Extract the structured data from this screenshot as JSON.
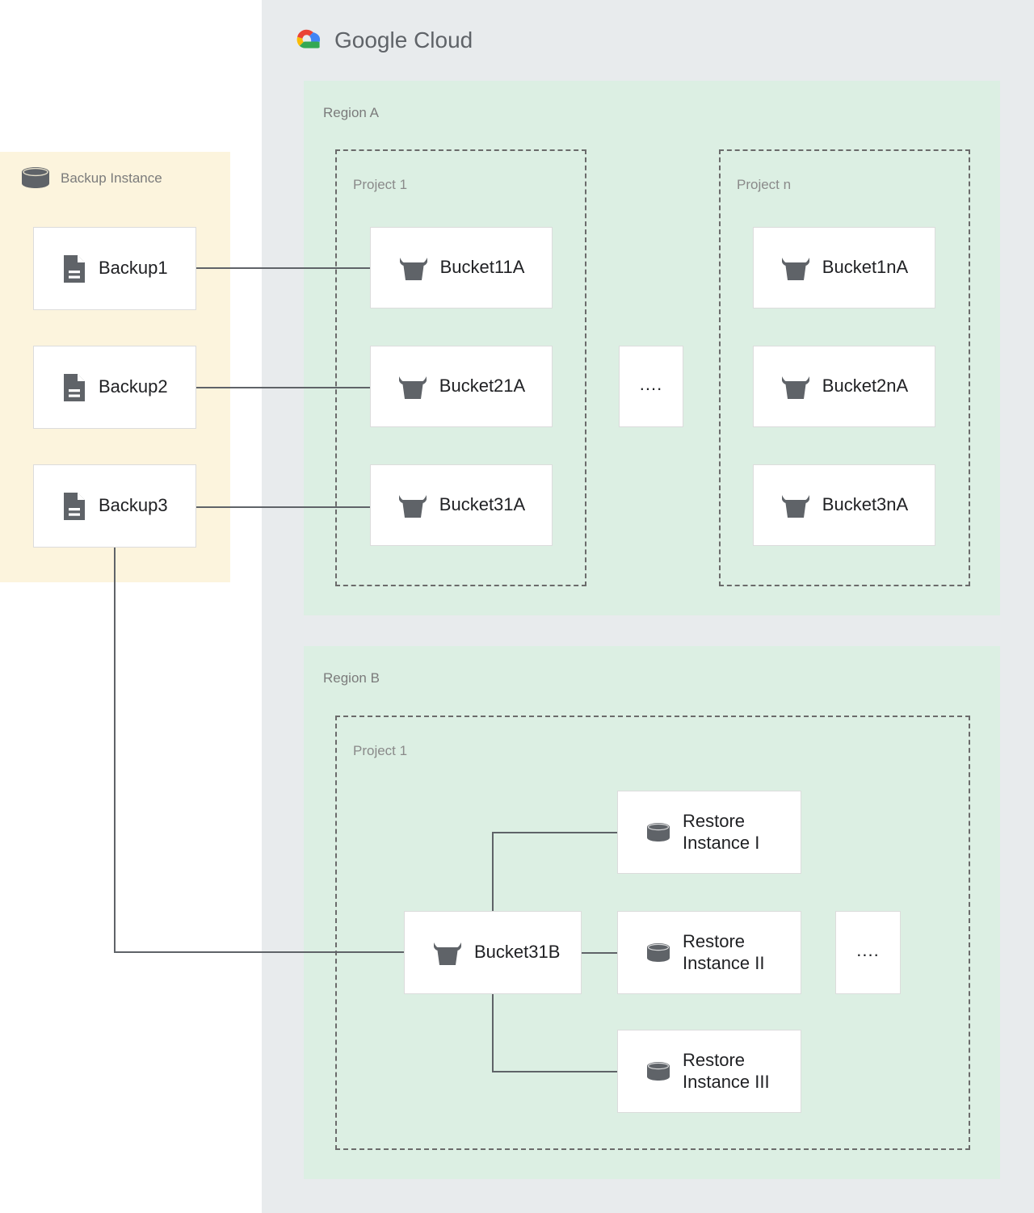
{
  "cloud": {
    "brand_primary": "Google",
    "brand_secondary": "Cloud",
    "logo_icon": "google-cloud-logo-icon",
    "colors": {
      "container_bg": "#e8ebed",
      "region_bg": "#dcefe3",
      "backup_panel_bg": "#fcf4dd",
      "node_bg": "#ffffff",
      "node_border": "#dcdcdc",
      "wire": "#5f6368",
      "label_text": "#7b7b7b",
      "node_text": "#202124",
      "icon_fill": "#5f6368",
      "logo_red": "#ea4335",
      "logo_blue": "#4285f4",
      "logo_yellow": "#fbbc05",
      "logo_green": "#34a853"
    }
  },
  "backup_panel": {
    "header_label": "Backup Instance",
    "header_icon": "database-cylinder-icon",
    "items": [
      {
        "label": "Backup1",
        "icon": "document-icon"
      },
      {
        "label": "Backup2",
        "icon": "document-icon"
      },
      {
        "label": "Backup3",
        "icon": "document-icon"
      }
    ]
  },
  "regions": [
    {
      "label": "Region A",
      "projects": [
        {
          "label": "Project 1",
          "nodes": [
            {
              "label": "Bucket11A",
              "icon": "storage-bucket-icon"
            },
            {
              "label": "Bucket21A",
              "icon": "storage-bucket-icon"
            },
            {
              "label": "Bucket31A",
              "icon": "storage-bucket-icon"
            }
          ]
        },
        {
          "label": "Project n",
          "nodes": [
            {
              "label": "Bucket1nA",
              "icon": "storage-bucket-icon"
            },
            {
              "label": "Bucket2nA",
              "icon": "storage-bucket-icon"
            },
            {
              "label": "Bucket3nA",
              "icon": "storage-bucket-icon"
            }
          ]
        }
      ],
      "ellipsis": "...."
    },
    {
      "label": "Region B",
      "projects": [
        {
          "label": "Project 1",
          "nodes": [
            {
              "label": "Bucket31B",
              "icon": "storage-bucket-icon"
            },
            {
              "label": "Restore\nInstance I",
              "icon": "database-cylinder-icon"
            },
            {
              "label": "Restore\nInstance II",
              "icon": "database-cylinder-icon"
            },
            {
              "label": "Restore\nInstance III",
              "icon": "database-cylinder-icon"
            }
          ]
        }
      ],
      "ellipsis": "...."
    }
  ],
  "connections": [
    {
      "from": "Backup1",
      "to": "Bucket11A"
    },
    {
      "from": "Backup2",
      "to": "Bucket21A"
    },
    {
      "from": "Backup3",
      "to": "Bucket31A"
    },
    {
      "from": "Backup3",
      "to": "Bucket31B"
    },
    {
      "from": "Bucket31B",
      "to": "Restore Instance I"
    },
    {
      "from": "Bucket31B",
      "to": "Restore Instance II"
    },
    {
      "from": "Bucket31B",
      "to": "Restore Instance III"
    }
  ]
}
